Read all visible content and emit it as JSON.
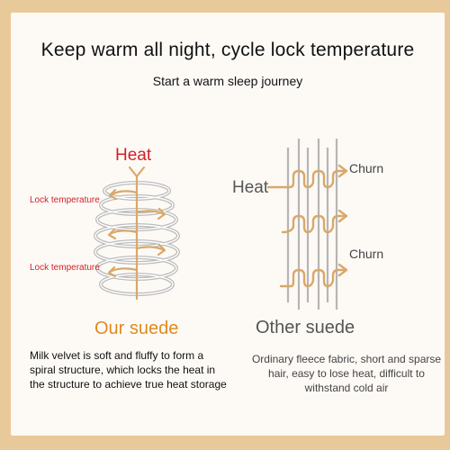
{
  "headline": "Keep warm all night, cycle lock temperature",
  "subhead": "Start a warm sleep journey",
  "left": {
    "heat_label": "Heat",
    "lock_label_1": "Lock temperature",
    "lock_label_2": "Lock temperature",
    "caption": "Our suede",
    "description": "Milk velvet is soft and fluffy to form a spiral structure, which locks the heat in the structure to achieve true heat storage"
  },
  "right": {
    "heat_label": "Heat",
    "churn_label_1": "Churn",
    "churn_label_2": "Churn",
    "caption": "Other suede",
    "description": "Ordinary fleece fabric, short and sparse hair, easy to lose heat, difficult to withstand cold air"
  },
  "colors": {
    "background_border": "#e8c99a",
    "panel": "#fdfaf6",
    "heat_red": "#d4202a",
    "accent_orange": "#e08a1e",
    "arrow_tan": "#d9a86a",
    "spiral_gray": "#bcbcbc",
    "fiber_gray": "#b5b5b5"
  }
}
